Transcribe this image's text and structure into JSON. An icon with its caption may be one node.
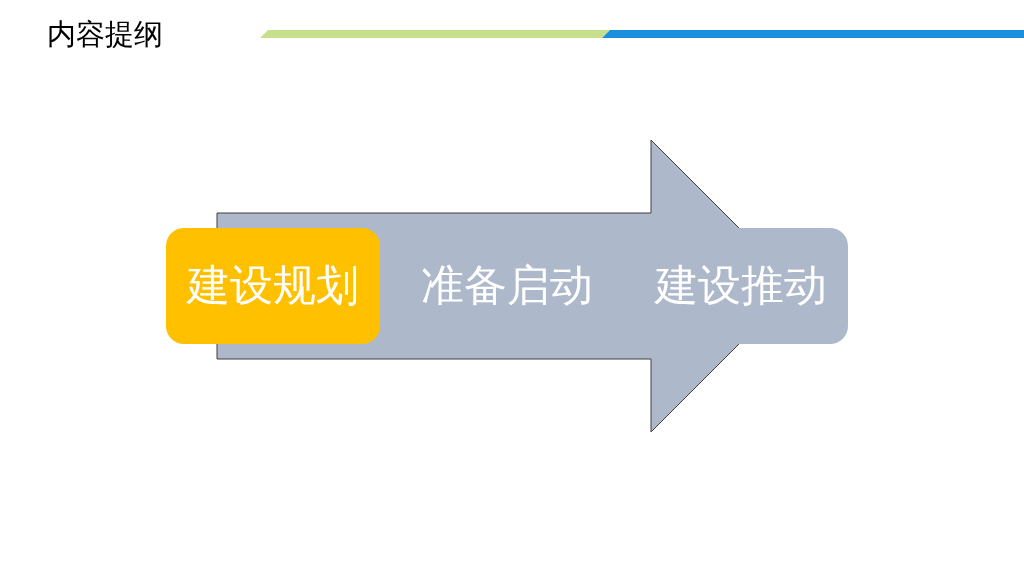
{
  "diagram": {
    "title": "内容提纲",
    "nodes": [
      {
        "text": [],
        "shape": "arrow"
      },
      {
        "text": [
          "建设规划"
        ]
      },
      {
        "text": [
          "准备启动"
        ],
        "in": 0
      },
      {
        "text": [
          "建设推动"
        ]
      }
    ]
  }
}
